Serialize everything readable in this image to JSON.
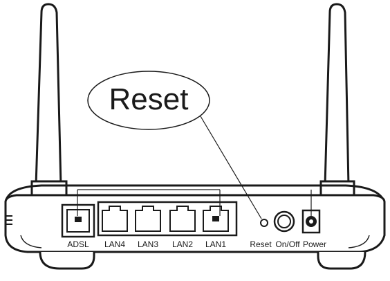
{
  "callout": {
    "text": "Reset"
  },
  "ports": {
    "adsl": "ADSL",
    "lan4": "LAN4",
    "lan3": "LAN3",
    "lan2": "LAN2",
    "lan1": "LAN1",
    "reset": "Reset",
    "onoff": "On/Off",
    "power": "Power"
  },
  "colors": {
    "outline": "#1a1a1a",
    "body_fill": "#ffffff",
    "background": "#ffffff"
  }
}
